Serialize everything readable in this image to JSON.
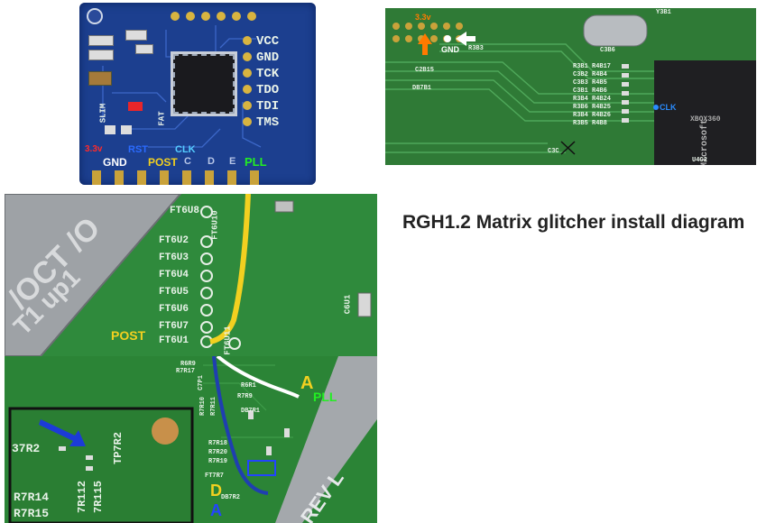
{
  "title": "RGH1.2 Matrix glitcher install diagram",
  "glitcher_board": {
    "pins": [
      "VCC",
      "GND",
      "TCK",
      "TDO",
      "TDI",
      "TMS"
    ],
    "labels": {
      "v33": "3.3v",
      "gnd": "GND",
      "rst": "RST",
      "post": "POST",
      "clk": "CLK",
      "c": "C",
      "d": "D",
      "e": "E",
      "pll": "PLL",
      "slim": "SLIM",
      "fat": "FAT"
    }
  },
  "top_right_board": {
    "labels": {
      "v33": "3.3v",
      "gnd": "GND",
      "clk": "CLK",
      "xbox": "XBOX360",
      "microsoft": "Microsoft",
      "y3b1": "Y3B1",
      "r3b3": "R3B3",
      "c2b15": "C2B15",
      "db7b1": "DB7B1",
      "c3c": "C3C",
      "u4c2": "U4C2",
      "c3b6": "C3B6"
    },
    "resistors": [
      "R3B1 R4B17",
      "C3B2 R4B4",
      "C3B3 R4B5",
      "C3B1 R4B6",
      "R3B4 R4B24",
      "R3B6 R4B25",
      "R3B4 R4B26",
      "R3B5 R4B8"
    ]
  },
  "middle_board": {
    "labels": [
      "FT6U8",
      "FT6U2",
      "FT6U3",
      "FT6U4",
      "FT6U5",
      "FT6U6",
      "FT6U7",
      "FT6U1"
    ],
    "side": [
      "FT6U10",
      "FT6U11",
      "C6U1"
    ],
    "post": "POST",
    "shield_text_1": "/OCT /O",
    "shield_text_2": "T1 up1"
  },
  "bottom_board": {
    "a_top": "A",
    "pll": "PLL",
    "d": "D",
    "a_bottom": "A",
    "inset": [
      "37R2",
      "TP7R2",
      "R7R14",
      "R7R15",
      "7R112",
      "7R115"
    ],
    "labels": [
      "R6R9",
      "R7R17",
      "R6R1",
      "R7R9",
      "DB7R1",
      "R7R10",
      "R7R11",
      "R7R18",
      "R7R20",
      "R7R19",
      "FT7R7",
      "DB7R2",
      "C7P1"
    ],
    "rev": "REV L"
  },
  "colors": {
    "glitcher_pcb": "#1c3f8f",
    "main_pcb": "#2f8a3c",
    "yellow": "#f2d020",
    "orange": "#ff7a00",
    "blue_label": "#2244ff",
    "green_label": "#22dd22",
    "cyan_label": "#55ccff",
    "white": "#ffffff",
    "wire_blue": "#1f3fb0"
  }
}
